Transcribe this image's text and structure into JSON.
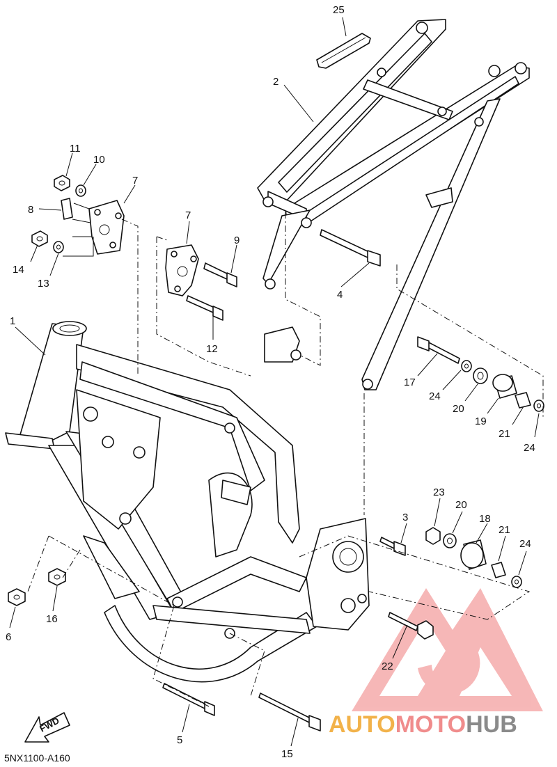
{
  "diagram": {
    "code": "5NX1100-A160",
    "fwd_label": "FWD",
    "callouts": [
      {
        "id": "c25",
        "text": "25"
      },
      {
        "id": "c2",
        "text": "2"
      },
      {
        "id": "c11",
        "text": "11"
      },
      {
        "id": "c10",
        "text": "10"
      },
      {
        "id": "c7a",
        "text": "7"
      },
      {
        "id": "c8",
        "text": "8"
      },
      {
        "id": "c14",
        "text": "14"
      },
      {
        "id": "c13",
        "text": "13"
      },
      {
        "id": "c7b",
        "text": "7"
      },
      {
        "id": "c9",
        "text": "9"
      },
      {
        "id": "c12",
        "text": "12"
      },
      {
        "id": "c4",
        "text": "4"
      },
      {
        "id": "c1",
        "text": "1"
      },
      {
        "id": "c17",
        "text": "17"
      },
      {
        "id": "c24a",
        "text": "24"
      },
      {
        "id": "c20a",
        "text": "20"
      },
      {
        "id": "c19",
        "text": "19"
      },
      {
        "id": "c21a",
        "text": "21"
      },
      {
        "id": "c24b",
        "text": "24"
      },
      {
        "id": "c23",
        "text": "23"
      },
      {
        "id": "c20b",
        "text": "20"
      },
      {
        "id": "c18",
        "text": "18"
      },
      {
        "id": "c21b",
        "text": "21"
      },
      {
        "id": "c24c",
        "text": "24"
      },
      {
        "id": "c3",
        "text": "3"
      },
      {
        "id": "c6",
        "text": "6"
      },
      {
        "id": "c16",
        "text": "16"
      },
      {
        "id": "c22",
        "text": "22"
      },
      {
        "id": "c5",
        "text": "5"
      },
      {
        "id": "c15",
        "text": "15"
      }
    ]
  },
  "watermark": {
    "part1": "AUTO",
    "part2": "MOTO",
    "part3": "HUB",
    "colors": {
      "auto": "#f2b24a",
      "moto": "#f08c8c",
      "hub": "#8a8a8a",
      "logo": "#f4a0a0"
    }
  }
}
